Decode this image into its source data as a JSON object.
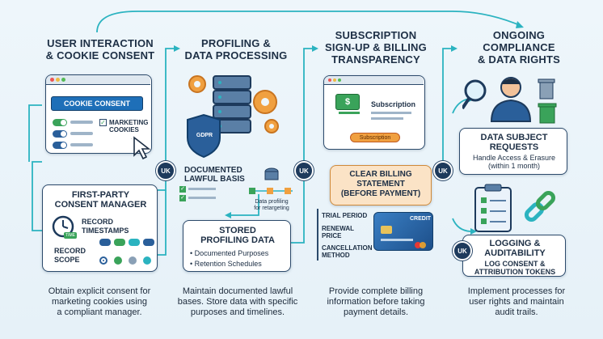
{
  "columns": [
    {
      "title_line1": "USER INTERACTION",
      "title_line2": "& COOKIE CONSENT",
      "cookie_consent_label": "COOKIE CONSENT",
      "marketing_label_line1": "MARKETING",
      "marketing_label_line2": "COOKIES",
      "manager_title_line1": "FIRST-PARTY",
      "manager_title_line2": "CONSENT MANAGER",
      "record_timestamps_line1": "RECORD",
      "record_timestamps_line2": "TIMESTAMPS",
      "record_scope_line1": "RECORD",
      "record_scope_line2": "SCOPE",
      "clock_tag": "TIME",
      "caption_line1": "Obtain explicit consent for",
      "caption_line2": "marketing cookies using",
      "caption_line3": "a compliant manager."
    },
    {
      "title_line1": "PROFILING &",
      "title_line2": "DATA PROCESSING",
      "gdpr_label": "GDPR",
      "lawful_line1": "DOCUMENTED",
      "lawful_line2": "LAWFUL BASIS",
      "profiling_line1": "Data profiling",
      "profiling_line2": "for retargeting",
      "stored_line1": "STORED",
      "stored_line2": "PROFILING DATA",
      "bullet1": "Documented Purposes",
      "bullet2": "Retention Schedules",
      "caption_line1": "Maintain documented lawful",
      "caption_line2": "bases. Store data with specific",
      "caption_line3": "purposes and timelines."
    },
    {
      "title_line1": "SUBSCRIPTION",
      "title_line2": "SIGN-UP & BILLING",
      "title_line3": "TRANSPARENCY",
      "window_label": "Subscription",
      "button_label": "Subscription",
      "clear_line1": "CLEAR BILLING",
      "clear_line2": "STATEMENT",
      "clear_line3": "(BEFORE PAYMENT)",
      "trial": "TRIAL PERIOD",
      "renewal_line1": "RENEWAL",
      "renewal_line2": "PRICE",
      "cancel_line1": "CANCELLATION",
      "cancel_line2": "METHOD",
      "card_label": "CREDIT",
      "caption_line1": "Provide complete billing",
      "caption_line2": "information before taking",
      "caption_line3": "payment details."
    },
    {
      "title_line1": "ONGOING",
      "title_line2": "COMPLIANCE",
      "title_line3": "& DATA RIGHTS",
      "dsr_line1": "DATA SUBJECT",
      "dsr_line2": "REQUESTS",
      "dsr_line3": "Handle Access & Erasure",
      "dsr_line4": "(within 1 month)",
      "log_line1": "LOGGING &",
      "log_line2": "AUDITABILITY",
      "log_line3": "LOG CONSENT &",
      "log_line4": "ATTRIBUTION TOKENS",
      "caption_line1": "Implement processes for",
      "caption_line2": "user rights and maintain",
      "caption_line3": "audit trails."
    }
  ],
  "connectors": [
    "UK",
    "UK",
    "UK",
    "UK"
  ],
  "colors": {
    "navy": "#1d3a5c",
    "teal": "#2bb3c0",
    "orange": "#f0a040",
    "green": "#3aa35a"
  }
}
